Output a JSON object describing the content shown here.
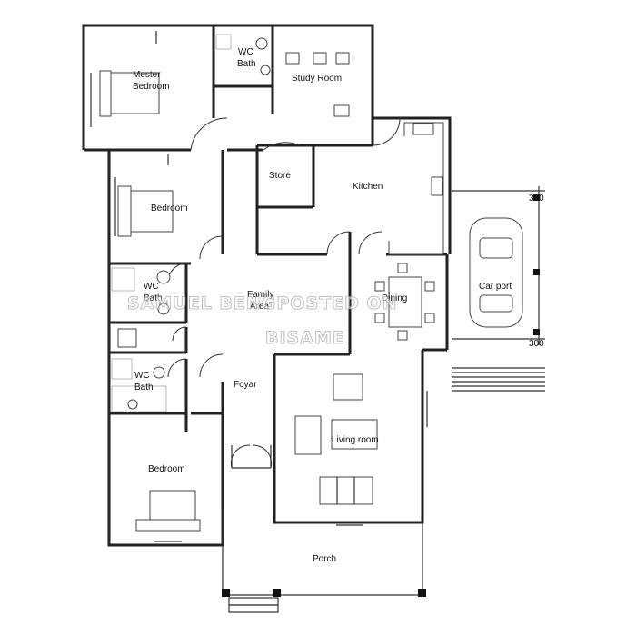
{
  "rooms": {
    "master_bedroom_line1": "Mester",
    "master_bedroom_line2": "Bedroom",
    "wc_bath_top_line1": "WC",
    "wc_bath_top_line2": "Bath",
    "study_room": "Study Room",
    "store": "Store",
    "kitchen": "Kitchen",
    "bedroom_upper": "Bedroom",
    "wc_bath_left_line1": "WC",
    "wc_bath_left_line2": "Bath",
    "family_area_line1": "Family",
    "family_area_line2": "Area",
    "dining": "Dining",
    "car_port": "Car port",
    "wc_bath_lower_line1": "WC",
    "wc_bath_lower_line2": "Bath",
    "foyar": "Foyar",
    "living_room": "Living room",
    "bedroom_lower": "Bedroom",
    "porch": "Porch"
  },
  "dimensions": {
    "car_port_top": "300",
    "car_port_bottom": "300"
  },
  "watermark": {
    "line1": "SAMUEL BENGPOSTED ON",
    "line2": "BISAME"
  }
}
